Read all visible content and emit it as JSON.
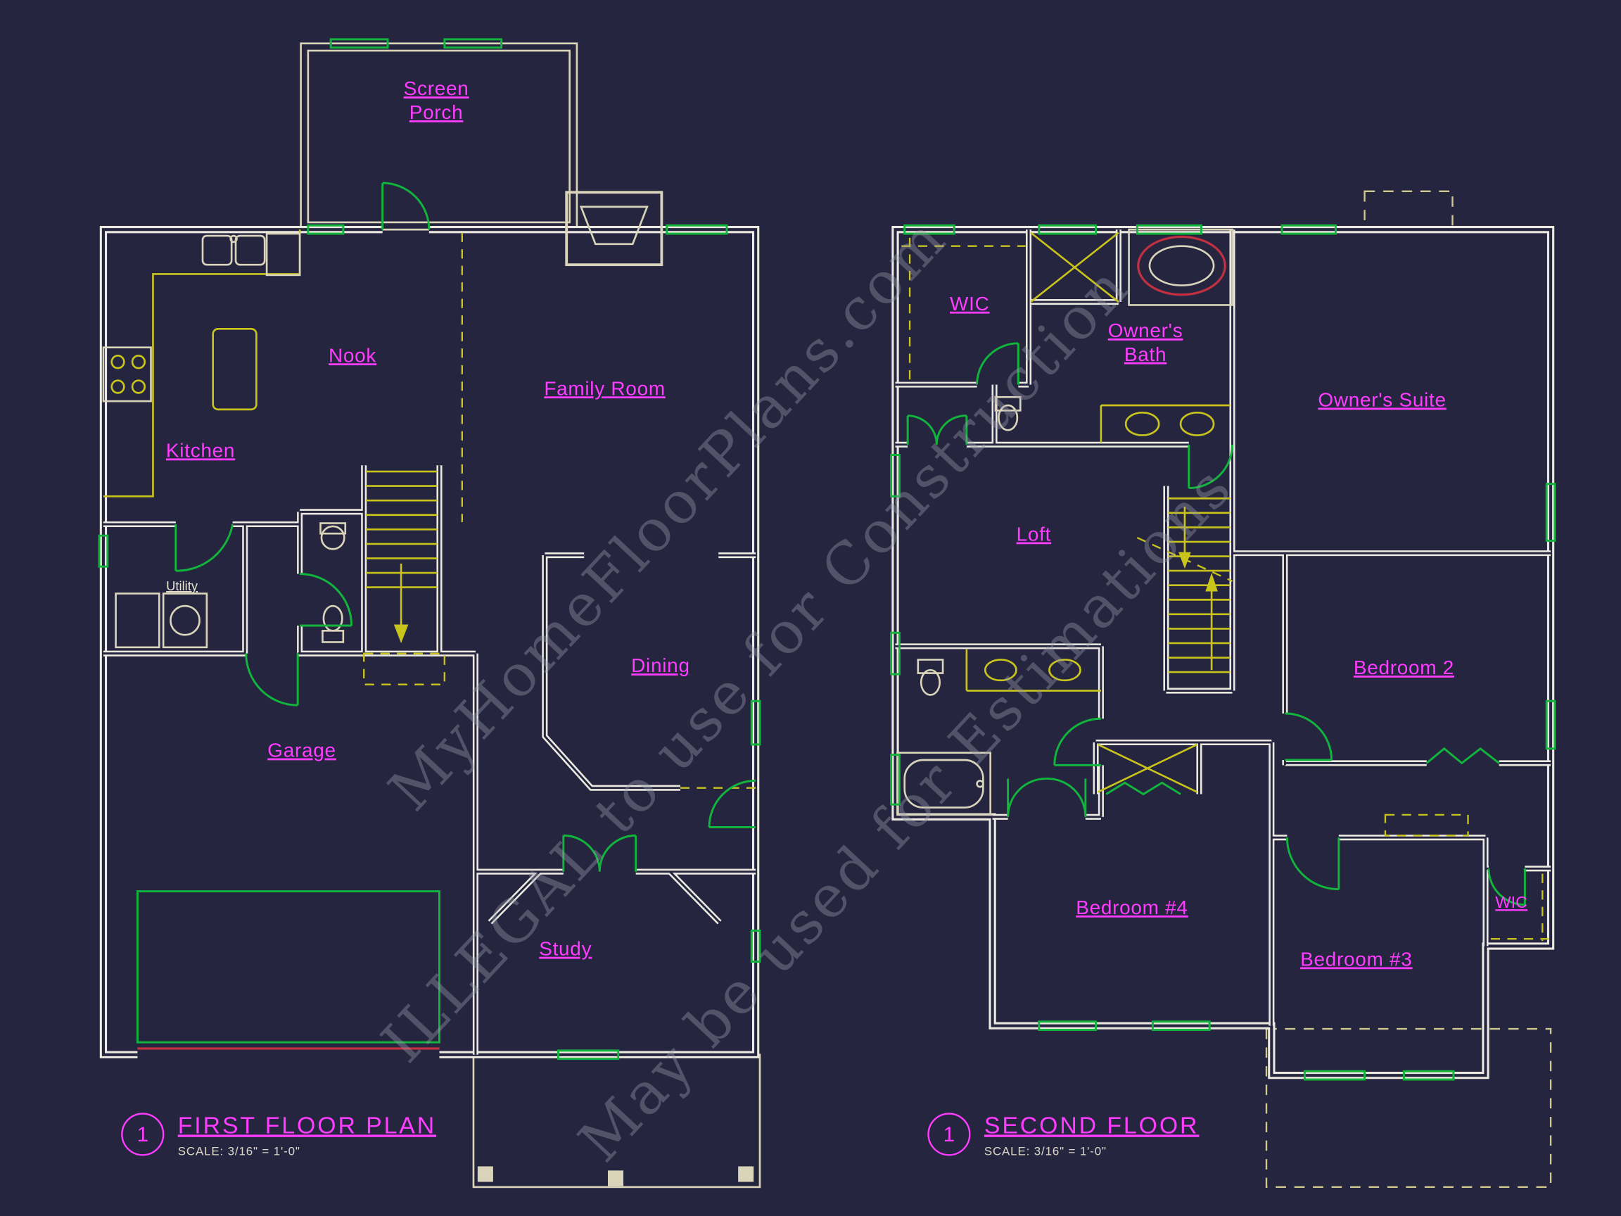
{
  "document": {
    "type": "floor-plan-sheet",
    "background_color": "#252540"
  },
  "colors": {
    "walls": "#ebe9e0",
    "labels": "#ff3cff",
    "details_yellow": "#c9c41c",
    "accents_green": "#12b53c",
    "accent_red": "#c03040",
    "watermark_gray": "#9b9bac",
    "scale_text": "#ded9c8"
  },
  "watermark": {
    "line1": "MyHomeFloorPlans.com",
    "line2": "ILLEGAL to use for Construction",
    "line3": "May be used for Estimations"
  },
  "first_floor": {
    "title": "FIRST FLOOR PLAN",
    "sheet_number": "1",
    "scale_note": "SCALE: 3/16\" = 1'-0\"",
    "rooms": {
      "screen_porch": {
        "line1": "Screen",
        "line2": "Porch"
      },
      "nook": "Nook",
      "family_room": "Family Room",
      "kitchen": "Kitchen",
      "utility": "Utility",
      "garage": "Garage",
      "dining": "Dining",
      "study": "Study"
    }
  },
  "second_floor": {
    "title": "SECOND FLOOR",
    "sheet_number": "1",
    "scale_note": "SCALE: 3/16\" = 1'-0\"",
    "rooms": {
      "wic": "WIC",
      "owners_bath": {
        "line1": "Owner's",
        "line2": "Bath"
      },
      "owners_suite": "Owner's Suite",
      "loft": "Loft",
      "bedroom_2": "Bedroom 2",
      "bedroom_4": "Bedroom #4",
      "bedroom_3": "Bedroom #3",
      "wic_2": "WIC"
    }
  }
}
